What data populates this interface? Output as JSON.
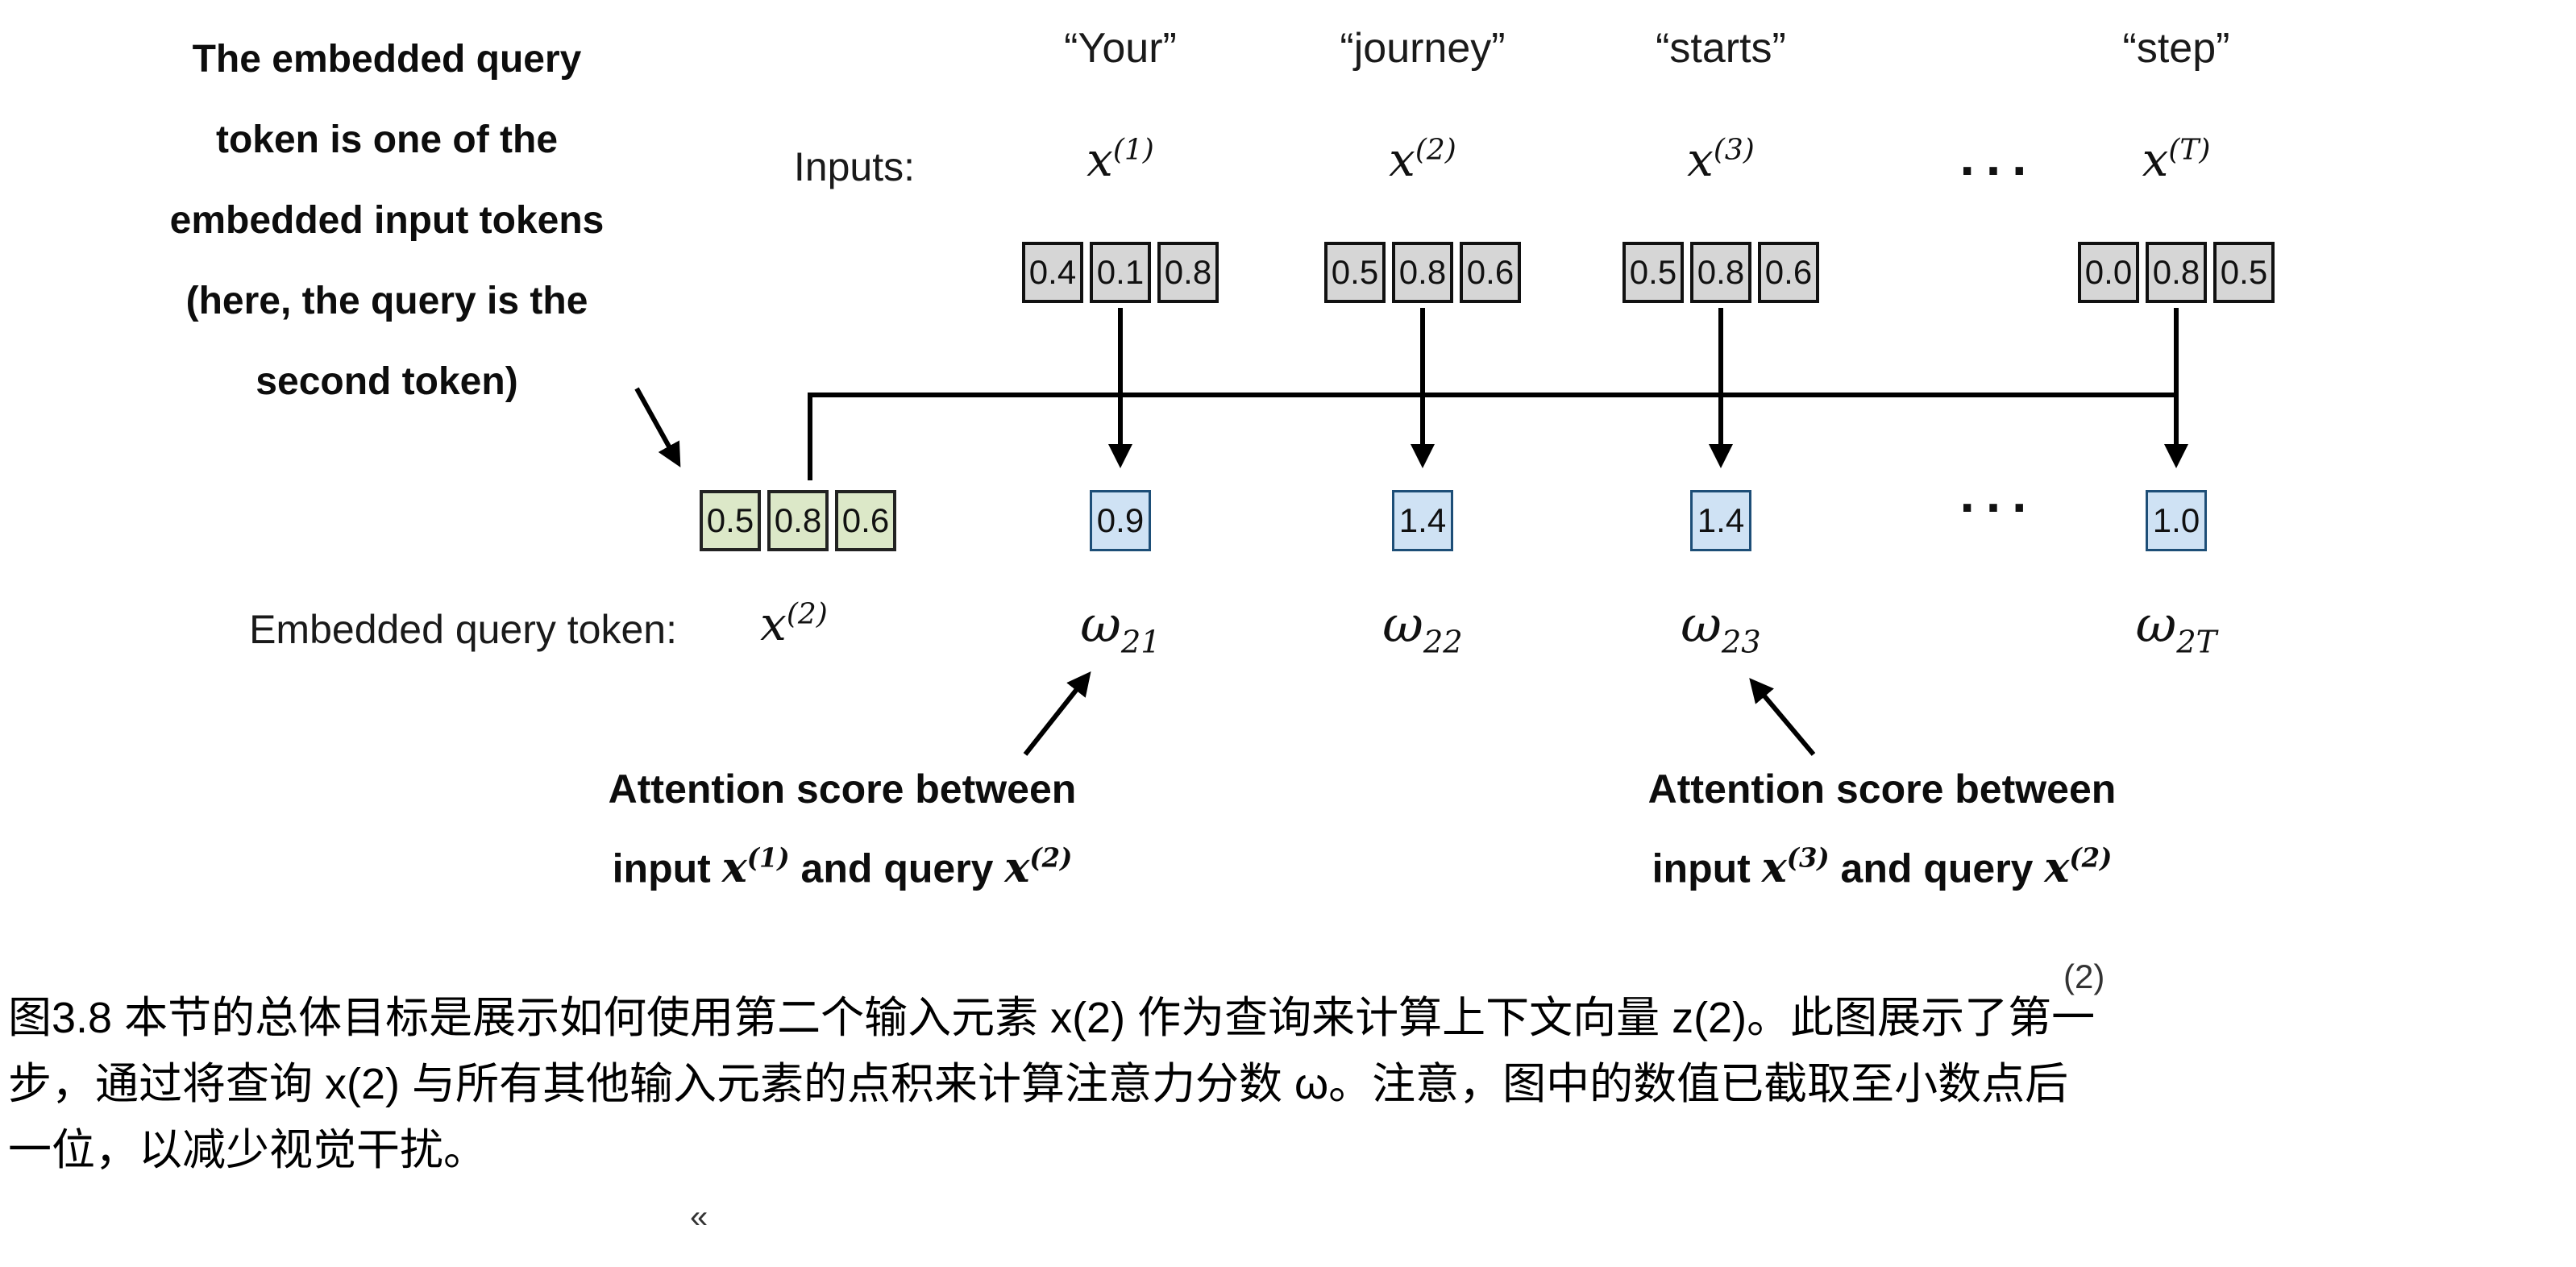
{
  "figure": {
    "inputs_label": "Inputs:",
    "embedded_query_label": "Embedded query token:",
    "ellipsis": "...",
    "omega": "ω",
    "query_math": {
      "base": "x",
      "sup": "(2)"
    },
    "query_values": [
      "0.5",
      "0.8",
      "0.6"
    ],
    "columns": [
      {
        "word": "“Your”",
        "math_base": "x",
        "math_sup": "(1)",
        "values": [
          "0.4",
          "0.1",
          "0.8"
        ],
        "score": "0.9",
        "omega_sub": "21"
      },
      {
        "word": "“journey”",
        "math_base": "x",
        "math_sup": "(2)",
        "values": [
          "0.5",
          "0.8",
          "0.6"
        ],
        "score": "1.4",
        "omega_sub": "22"
      },
      {
        "word": "“starts”",
        "math_base": "x",
        "math_sup": "(3)",
        "values": [
          "0.5",
          "0.8",
          "0.6"
        ],
        "score": "1.4",
        "omega_sub": "23"
      },
      {
        "word": "“step”",
        "math_base": "x",
        "math_sup": "(T)",
        "values": [
          "0.0",
          "0.8",
          "0.5"
        ],
        "score": "1.0",
        "omega_sub": "2T"
      }
    ]
  },
  "annotations": {
    "query_note_lines": [
      "The embedded query",
      "token is one of the",
      "embedded input tokens",
      "(here, the query is the",
      "second token)"
    ],
    "score_left": {
      "line1": "Attention score between",
      "line2": {
        "t1": "input ",
        "m1_base": "x",
        "m1_sup": "(1)",
        "t2": " and query ",
        "m2_base": "x",
        "m2_sup": "(2)"
      }
    },
    "score_right": {
      "line1": "Attention score between",
      "line2": {
        "t1": "input ",
        "m1_base": "x",
        "m1_sup": "(3)",
        "t2": " and query ",
        "m2_base": "x",
        "m2_sup": "(2)"
      }
    }
  },
  "caption": {
    "lines": [
      "图3.8 本节的总体目标是展示如何使用第二个输入元素 x(2) 作为查询来计算上下文向量 z(2)。此图展示了第一",
      "步，通过将查询 x(2) 与所有其他输入元素的点积来计算注意力分数 ω。注意，图中的数值已截取至小数点后",
      "一位，以减少视觉干扰。"
    ],
    "artifact_sup": "(2)",
    "artifact_mark": "«"
  },
  "colors": {
    "input_box_bg": "#d6d6d6",
    "query_box_bg": "#dce8c8",
    "score_box_bg": "#cfe2f4",
    "score_box_border": "#1d4e77",
    "line_color": "#000000"
  }
}
